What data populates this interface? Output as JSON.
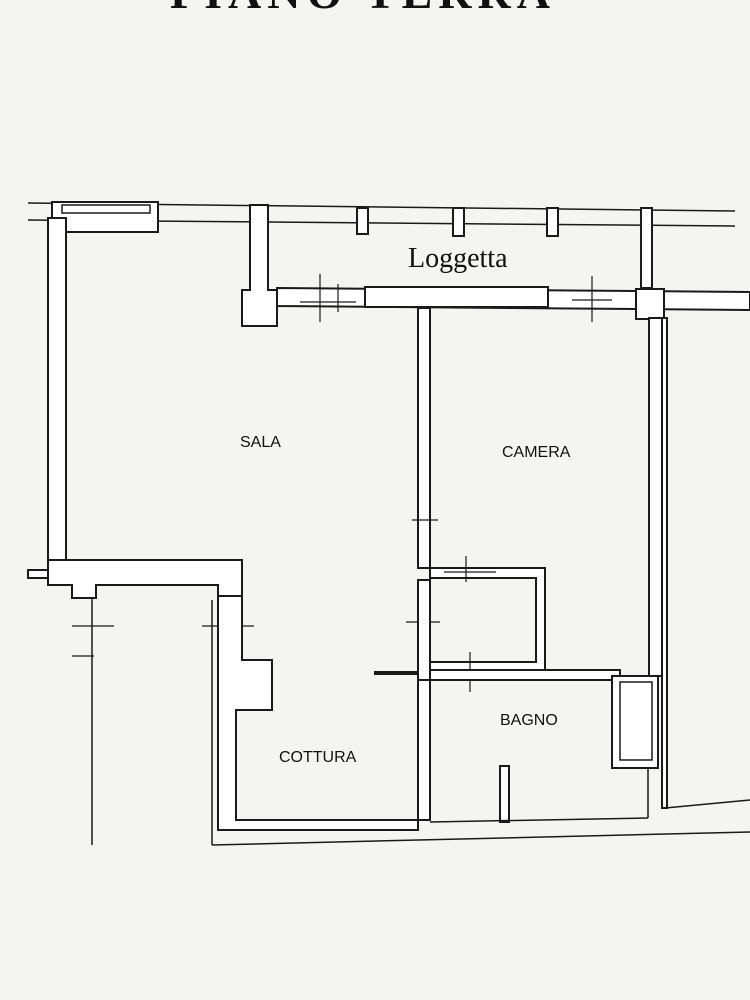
{
  "plan": {
    "title_fragment": "PIANO TERRA",
    "rooms": {
      "loggetta": "Loggetta",
      "sala": "SALA",
      "camera": "CAMERA",
      "bagno": "BAGNO",
      "cottura": "COTTURA"
    }
  }
}
